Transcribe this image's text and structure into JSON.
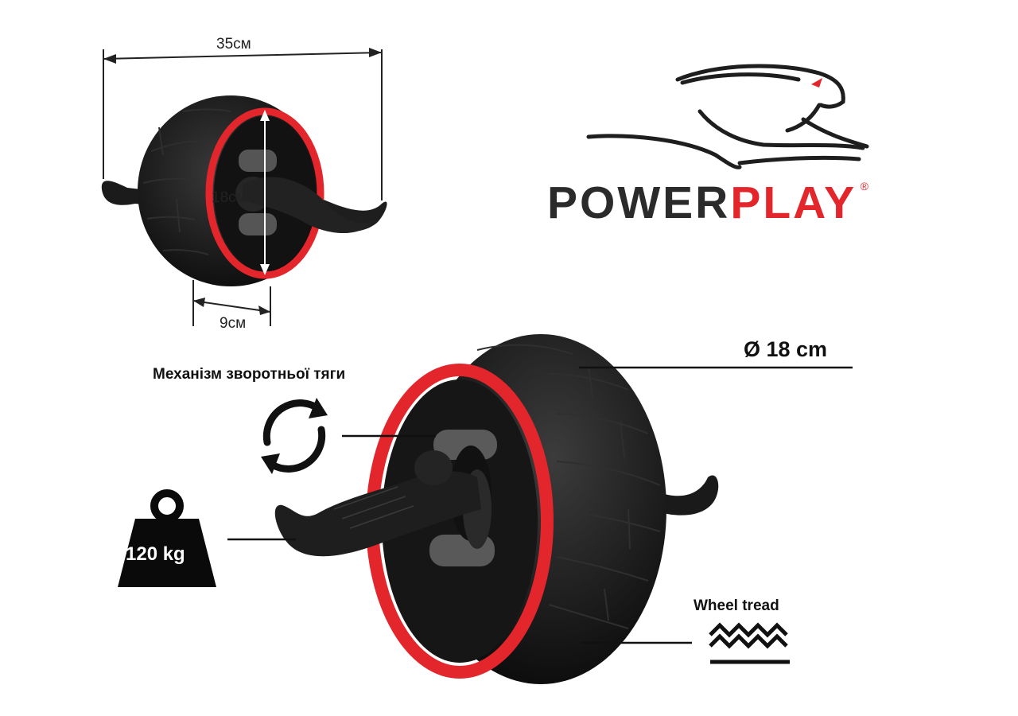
{
  "brand": {
    "name_part1": "POWER",
    "name_part2": "PLAY",
    "registered_mark": "®",
    "logo_icon": "panther-icon",
    "colors": {
      "dark": "#2b2b2b",
      "accent": "#e3262b"
    }
  },
  "dimensions": {
    "length": "35см",
    "diameter": "18см",
    "width": "9см"
  },
  "specs": {
    "diameter_label": "Ø 18 cm",
    "mechanism_label": "Механізм зворотньої тяги",
    "mechanism_icon": "refresh-arrows-icon",
    "weight_label": "120 kg",
    "weight_icon": "weight-icon",
    "tread_label": "Wheel tread",
    "tread_icon": "zigzag-tread-icon"
  },
  "colors": {
    "wheel": "#141414",
    "ring": "#e3262b",
    "line": "#111111"
  }
}
